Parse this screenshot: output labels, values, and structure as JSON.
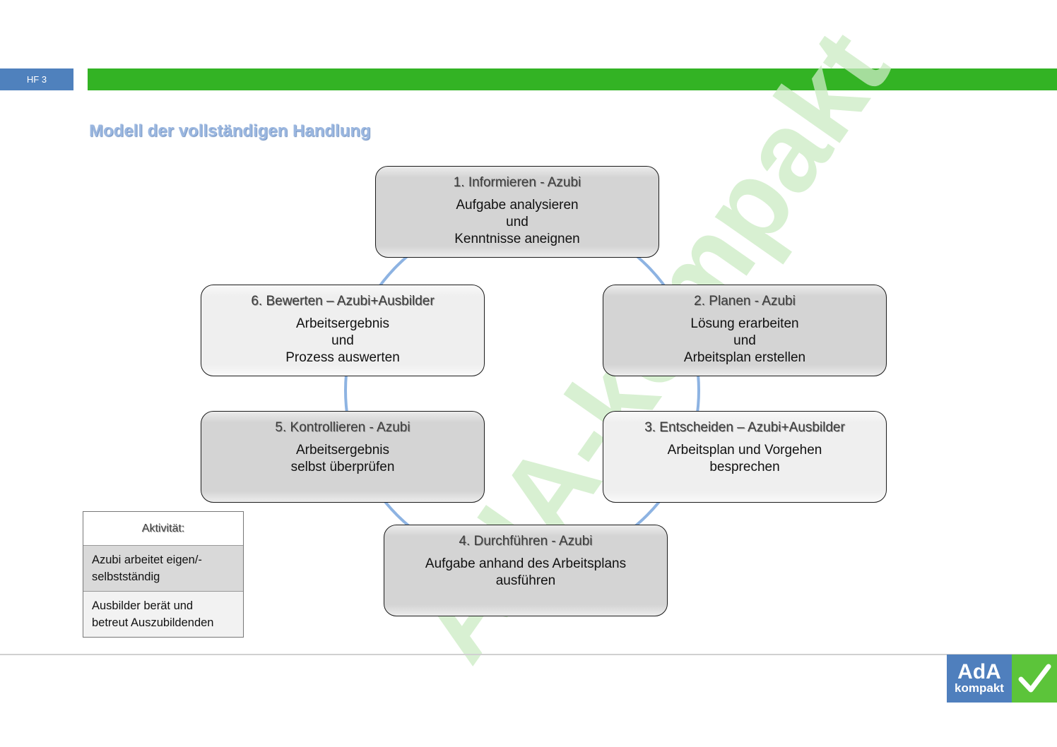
{
  "header": {
    "tag": "HF 3",
    "title": "Modell der vollständigen Handlung"
  },
  "watermark": "AdA-kompakt",
  "steps": [
    {
      "head": "1. Informieren - Azubi",
      "lines": [
        "Aufgabe analysieren",
        "und",
        "Kenntnisse aneignen"
      ],
      "activity": "azubi"
    },
    {
      "head": "2. Planen - Azubi",
      "lines": [
        "Lösung erarbeiten",
        "und",
        "Arbeitsplan erstellen"
      ],
      "activity": "azubi"
    },
    {
      "head": "3. Entscheiden – Azubi+Ausbilder",
      "lines": [
        "Arbeitsplan und Vorgehen",
        "besprechen"
      ],
      "activity": "ausbilder"
    },
    {
      "head": "4. Durchführen - Azubi",
      "lines": [
        "Aufgabe anhand des Arbeitsplans",
        "ausführen"
      ],
      "activity": "azubi"
    },
    {
      "head": "5. Kontrollieren - Azubi",
      "lines": [
        "Arbeitsergebnis",
        "selbst überprüfen"
      ],
      "activity": "azubi"
    },
    {
      "head": "6. Bewerten – Azubi+Ausbilder",
      "lines": [
        "Arbeitsergebnis",
        "und",
        "Prozess auswerten"
      ],
      "activity": "ausbilder"
    }
  ],
  "legend": {
    "title": "Aktivität:",
    "azubi_lines": [
      "Azubi arbeitet eigen/-",
      "selbstständig"
    ],
    "ausbilder_lines": [
      "Ausbilder berät und",
      "betreut Auszubildenden"
    ]
  },
  "logo": {
    "line1": "AdA",
    "line2": "kompakt"
  },
  "colors": {
    "tag_blue": "#4f81bd",
    "bar_green": "#33b324",
    "ring_blue": "#8db3e2",
    "azubi_fill": "#d4d4d4",
    "ausbilder_fill": "#efefef",
    "watermark_green": "#ccebc4",
    "logo_blue": "#4f7fbd",
    "logo_green": "#5cc43a"
  }
}
